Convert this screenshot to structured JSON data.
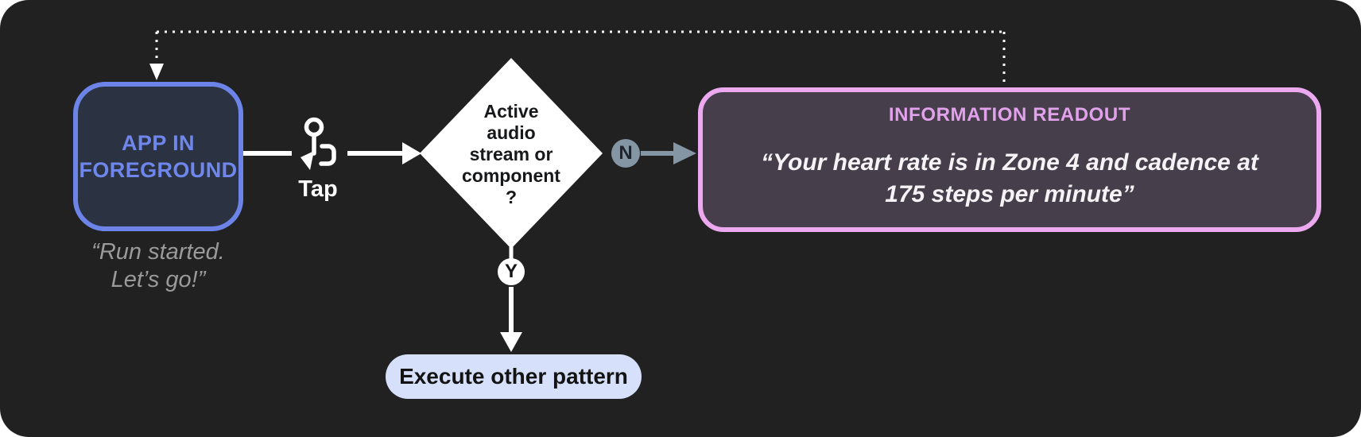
{
  "diagram": {
    "type": "flowchart",
    "background": "#212122",
    "nodes": {
      "app": {
        "label": "APP IN\nFOREGROUND",
        "quote": "“Run started.\nLet’s go!”",
        "fill": "#2B3342",
        "border": "#6C84E8",
        "text_color": "#6F87EC"
      },
      "tap": {
        "label": "Tap",
        "icon": "tap-gesture-icon"
      },
      "decision": {
        "label": "Active\naudio\nstream or\ncomponent\n?",
        "shape": "diamond",
        "fill": "#FFFFFF"
      },
      "branch_no": {
        "label": "N",
        "fill": "#8495A3"
      },
      "branch_yes": {
        "label": "Y",
        "fill": "#FFFFFF"
      },
      "readout": {
        "title": "INFORMATION READOUT",
        "body": "“Your heart rate is in Zone 4 and cadence at\n175 steps per minute”",
        "fill": "#473E4C",
        "border": "#ECA9F0",
        "title_color": "#E2A2EB"
      },
      "execute": {
        "label": "Execute other pattern",
        "fill": "#D6E0FB"
      }
    },
    "edges": [
      {
        "from": "app",
        "to": "decision",
        "style": "solid",
        "label": "Tap"
      },
      {
        "from": "decision",
        "to": "readout",
        "style": "solid",
        "label": "N",
        "color": "#8495A3"
      },
      {
        "from": "decision",
        "to": "execute",
        "style": "solid",
        "label": "Y",
        "color": "#FFFFFF"
      },
      {
        "from": "readout",
        "to": "app",
        "style": "dotted",
        "color": "#FFFFFF"
      }
    ]
  }
}
